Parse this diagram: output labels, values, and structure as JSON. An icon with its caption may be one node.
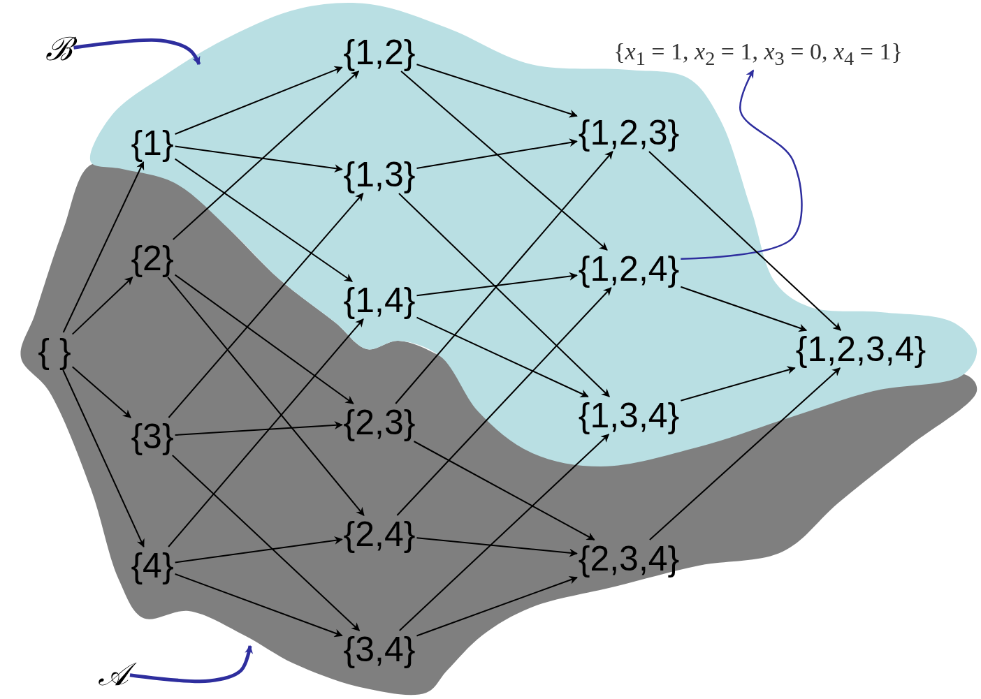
{
  "diagram": {
    "nodes": [
      {
        "text": [
          "ℬ"
        ]
      },
      {
        "text": [
          "{*x*$_{1}$ = 1, *x*$_{2}$ = 1, *x*$_{3}$ = 0, *x*$_{4}$ = 1}"
        ]
      },
      {
        "text": [
          "{ }"
        ]
      },
      {
        "text": [
          "{1}"
        ]
      },
      {
        "text": [
          "{2}"
        ]
      },
      {
        "text": [
          "{3}"
        ]
      },
      {
        "text": [
          "{4}"
        ]
      },
      {
        "text": [
          "{1,2}"
        ]
      },
      {
        "text": [
          "{1,3}"
        ]
      },
      {
        "text": [
          "{1,4}"
        ]
      },
      {
        "text": [
          "{2,3}"
        ]
      },
      {
        "text": [
          "{2,4}"
        ]
      },
      {
        "text": [
          "{3,4}"
        ]
      },
      {
        "text": [
          "{1,2,3}"
        ]
      },
      {
        "text": [
          "{1,2,4}"
        ]
      },
      {
        "text": [
          "{1,3,4}"
        ]
      },
      {
        "text": [
          "{2,3,4}"
        ]
      },
      {
        "text": [
          "{1,2,3,4}"
        ]
      },
      {
        "text": [
          "𝒜"
        ]
      }
    ],
    "edges": [
      {
        "from": 0,
        "to": null,
        "arrow": "to",
        "style": "thick",
        "color": "#2e2e9e"
      },
      {
        "from": 18,
        "to": null,
        "arrow": "to",
        "style": "thick",
        "color": "#2e2e9e"
      },
      {
        "from": 14,
        "to": 1,
        "arrow": "to",
        "color": "#2e2e9e"
      },
      {
        "from": 2,
        "to": 3,
        "arrow": "to"
      },
      {
        "from": 2,
        "to": 4,
        "arrow": "to"
      },
      {
        "from": 2,
        "to": 5,
        "arrow": "to"
      },
      {
        "from": 2,
        "to": 6,
        "arrow": "to"
      },
      {
        "from": 3,
        "to": 7,
        "arrow": "to"
      },
      {
        "from": 3,
        "to": 8,
        "arrow": "to"
      },
      {
        "from": 3,
        "to": 9,
        "arrow": "to"
      },
      {
        "from": 4,
        "to": 7,
        "arrow": "to"
      },
      {
        "from": 4,
        "to": 10,
        "arrow": "to"
      },
      {
        "from": 4,
        "to": 11,
        "arrow": "to"
      },
      {
        "from": 5,
        "to": 8,
        "arrow": "to"
      },
      {
        "from": 5,
        "to": 10,
        "arrow": "to"
      },
      {
        "from": 5,
        "to": 12,
        "arrow": "to"
      },
      {
        "from": 6,
        "to": 9,
        "arrow": "to"
      },
      {
        "from": 6,
        "to": 11,
        "arrow": "to"
      },
      {
        "from": 6,
        "to": 12,
        "arrow": "to"
      },
      {
        "from": 7,
        "to": 13,
        "arrow": "to"
      },
      {
        "from": 7,
        "to": 14,
        "arrow": "to"
      },
      {
        "from": 8,
        "to": 13,
        "arrow": "to"
      },
      {
        "from": 8,
        "to": 15,
        "arrow": "to"
      },
      {
        "from": 9,
        "to": 14,
        "arrow": "to"
      },
      {
        "from": 9,
        "to": 15,
        "arrow": "to"
      },
      {
        "from": 10,
        "to": 13,
        "arrow": "to"
      },
      {
        "from": 10,
        "to": 16,
        "arrow": "to"
      },
      {
        "from": 11,
        "to": 14,
        "arrow": "to"
      },
      {
        "from": 11,
        "to": 16,
        "arrow": "to"
      },
      {
        "from": 12,
        "to": 15,
        "arrow": "to"
      },
      {
        "from": 12,
        "to": 16,
        "arrow": "to"
      },
      {
        "from": 13,
        "to": 17,
        "arrow": "to"
      },
      {
        "from": 14,
        "to": 17,
        "arrow": "to"
      },
      {
        "from": 15,
        "to": 17,
        "arrow": "to"
      },
      {
        "from": 16,
        "to": 17,
        "arrow": "to"
      }
    ]
  }
}
